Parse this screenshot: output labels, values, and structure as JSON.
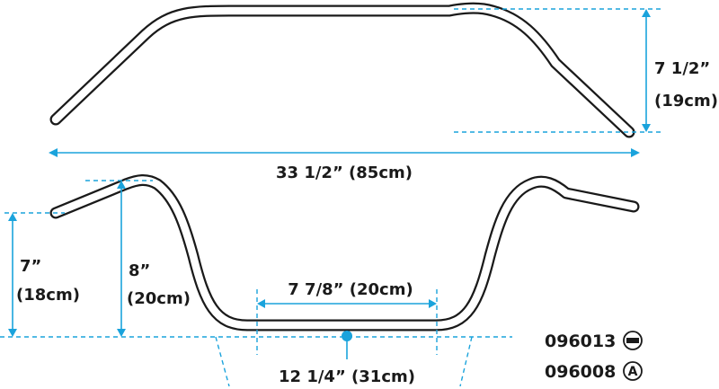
{
  "dimensions": {
    "overall_width": "33 1/2” (85cm)",
    "top_rise_inch": "7 1/2”",
    "top_rise_cm": "(19cm)",
    "left_rise_inch": "7”",
    "left_rise_cm": "(18cm)",
    "center_rise_inch": "8”",
    "center_rise_cm": "(20cm)",
    "center_width": "7 7/8” (20cm)",
    "base_width": "12 1/4” (31cm)"
  },
  "parts": [
    {
      "number": "096013",
      "symbol": "minus"
    },
    {
      "number": "096008",
      "symbol": "A"
    }
  ],
  "colors": {
    "dimension": "#1aa3dc",
    "outline": "#1a1a1a"
  }
}
